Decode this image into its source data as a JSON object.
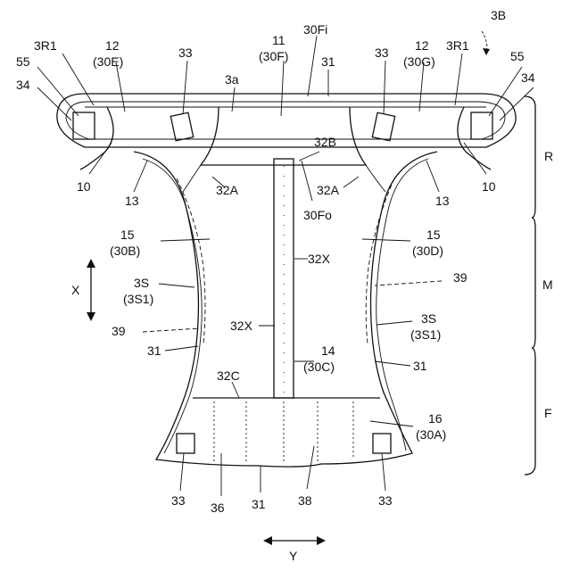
{
  "figure_id": "3B",
  "labels": {
    "r3r1_left": "3R1",
    "r3r1_right": "3R1",
    "n12_left": "12",
    "n30e": "(30E)",
    "n11": "11",
    "n30f": "(30F)",
    "n30fi": "30Fi",
    "n12_right": "12",
    "n30g": "(30G)",
    "n55_left": "55",
    "n55_right": "55",
    "n34_left": "34",
    "n34_right": "34",
    "n33_tl": "33",
    "n33_tr": "33",
    "n33_bl": "33",
    "n33_br": "33",
    "n3a": "3a",
    "n31_top": "31",
    "n31_left": "31",
    "n31_right": "31",
    "n31_bottom": "31",
    "n32b": "32B",
    "n32a_left": "32A",
    "n32a_right": "32A",
    "n30fo": "30Fo",
    "n10_left": "10",
    "n10_right": "10",
    "n13_left": "13",
    "n13_right": "13",
    "n15_left": "15",
    "n30b": "(30B)",
    "n15_right": "15",
    "n30d": "(30D)",
    "n32x_upper": "32X",
    "n32x_lower": "32X",
    "n39_left": "39",
    "n39_right": "39",
    "n3s_left": "3S",
    "n3s1_left": "(3S1)",
    "n3s_right": "3S",
    "n3s1_right": "(3S1)",
    "n14": "14",
    "n30c": "(30C)",
    "n32c": "32C",
    "n16": "16",
    "n30a": "(30A)",
    "n36": "36",
    "n38": "38",
    "axis_x": "X",
    "axis_y": "Y",
    "region_r": "R",
    "region_m": "M",
    "region_f": "F"
  }
}
